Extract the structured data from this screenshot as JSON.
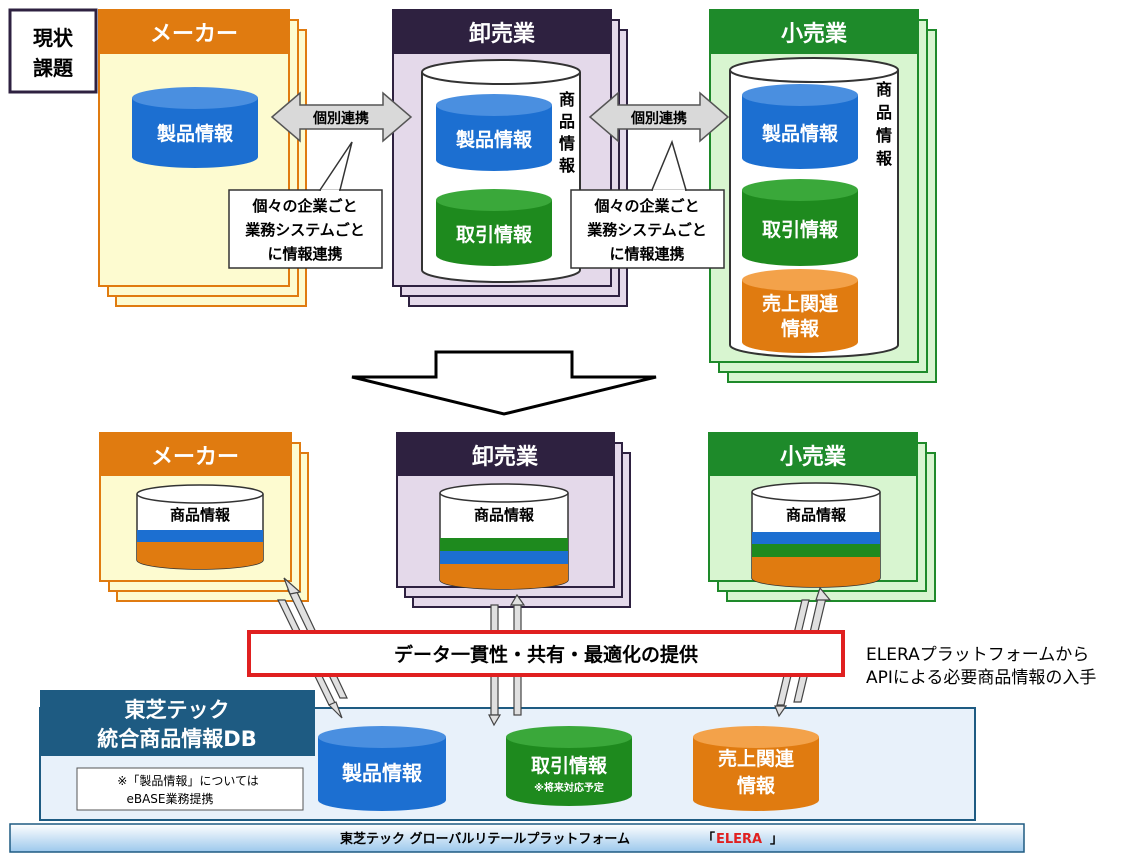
{
  "colors": {
    "maker": "#e07b10",
    "maker_fill": "#fdfbd0",
    "wholesale": "#2e2140",
    "wholesale_fill": "#e4d9ea",
    "retail": "#1e8a2a",
    "retail_fill": "#d8f5d0",
    "db_blue": "#1c6fd1",
    "db_green": "#1e8a1e",
    "db_orange": "#e07b10",
    "banner_border": "#e02020",
    "platform_title": "#1e5b82",
    "elera_red": "#e02020"
  },
  "current": {
    "issue_label": [
      "現状",
      "課題"
    ],
    "maker": {
      "title": "メーカー",
      "db_product": "製品情報"
    },
    "link_label_1": "個別連携",
    "link_label_2": "個別連携",
    "note_1": [
      "個々の企業ごと",
      "業務システムごと",
      "に情報連携"
    ],
    "note_2": [
      "個々の企業ごと",
      "業務システムごと",
      "に情報連携"
    ],
    "wholesale": {
      "title": "卸売業",
      "db_product": "製品情報",
      "db_trade": "取引情報",
      "side_label": [
        "商",
        "品",
        "情",
        "報"
      ]
    },
    "retail": {
      "title": "小売業",
      "db_product": "製品情報",
      "db_trade": "取引情報",
      "db_sales": [
        "売上関連",
        "情報"
      ],
      "side_label": [
        "商",
        "品",
        "情",
        "報"
      ]
    }
  },
  "future": {
    "maker": {
      "title": "メーカー",
      "db_label": "商品情報"
    },
    "wholesale": {
      "title": "卸売業",
      "db_label": "商品情報"
    },
    "retail": {
      "title": "小売業",
      "db_label": "商品情報"
    },
    "banner": "データ一貫性・共有・最適化の提供",
    "api_note": [
      "ELERAプラットフォームから",
      "APIによる必要商品情報の入手"
    ]
  },
  "platform": {
    "title": [
      "東芝テック",
      "統合商品情報DB"
    ],
    "note": [
      "※「製品情報」については",
      "eBASE業務提携"
    ],
    "db_product": "製品情報",
    "db_trade": "取引情報",
    "db_trade_sub": "※将来対応予定",
    "db_sales": [
      "売上関連",
      "情報"
    ],
    "footer_prefix": "東芝テック  グローバルリテールプラットフォーム",
    "footer_open": "「",
    "footer_brand": "ELERA",
    "footer_close": "」"
  }
}
